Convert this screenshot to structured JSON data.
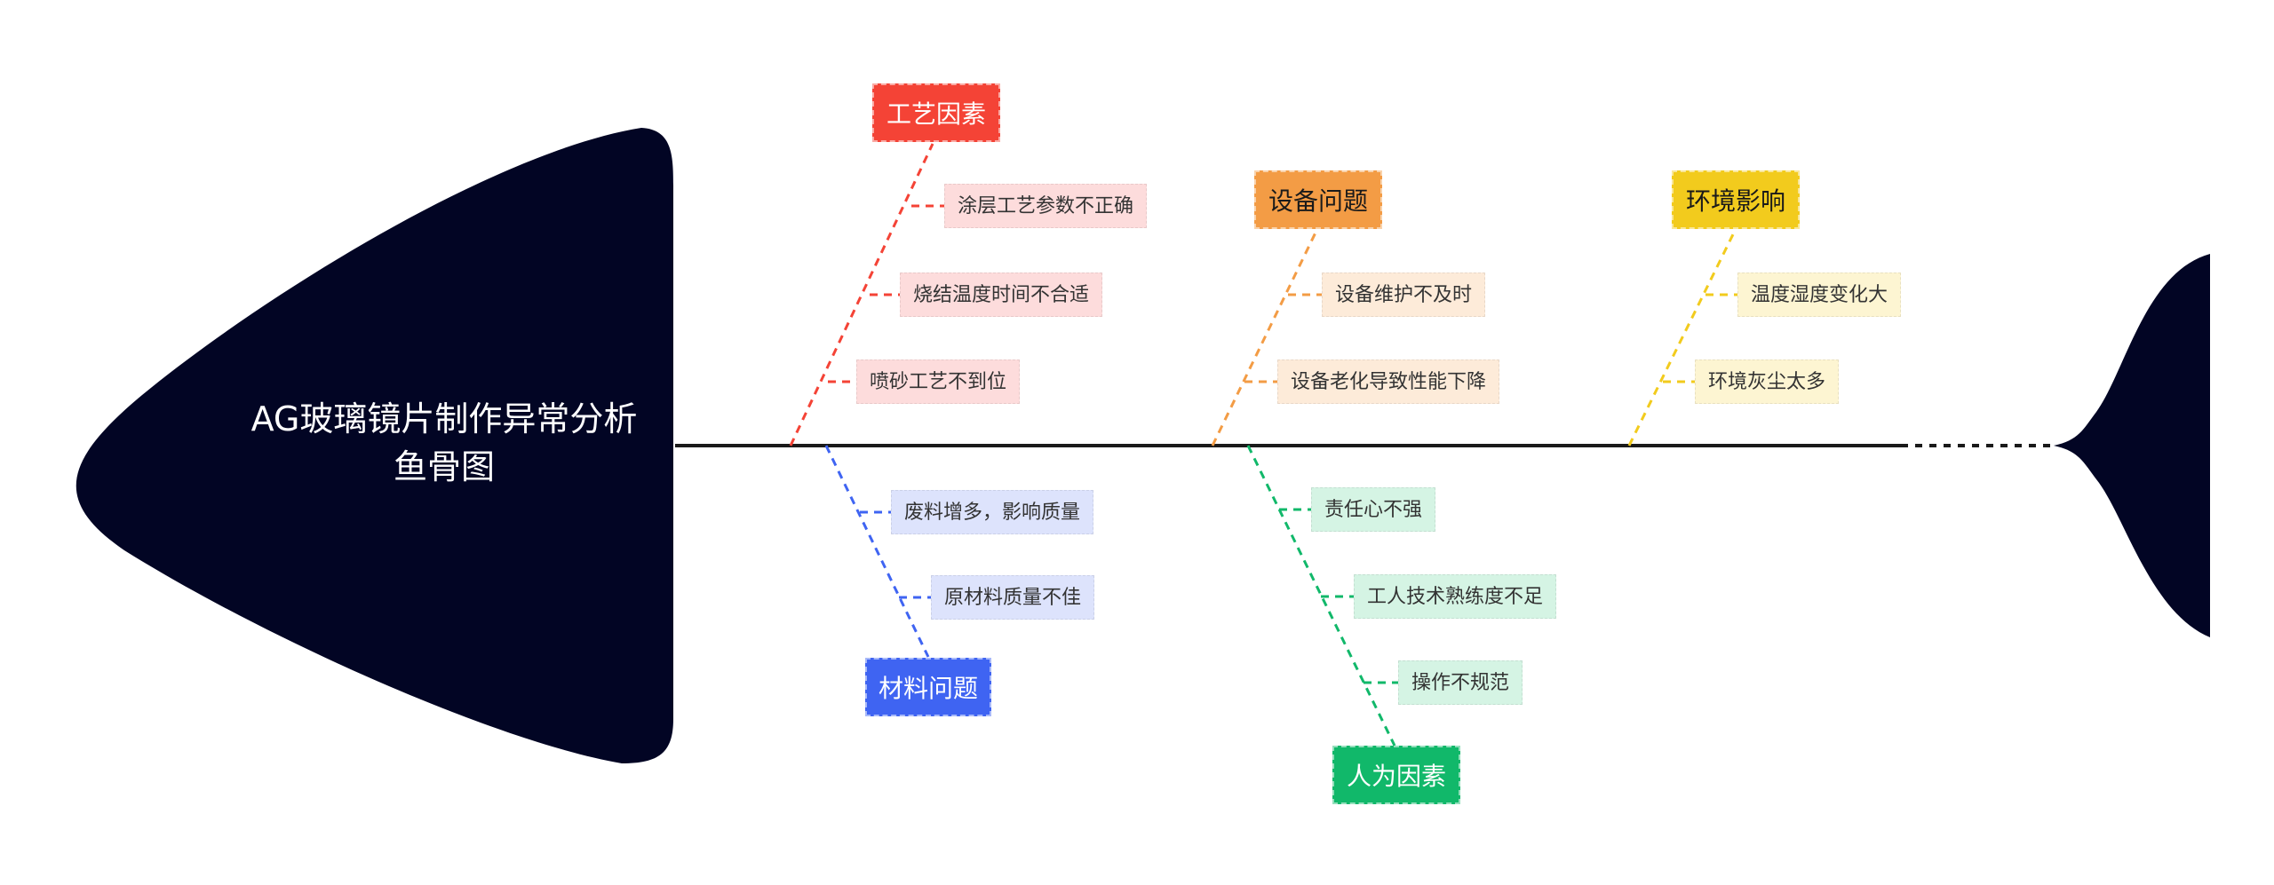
{
  "title": {
    "line1": "AG玻璃镜片制作异常分析",
    "line2": "鱼骨图"
  },
  "colors": {
    "fish": "#020524",
    "process": "#F44336",
    "material": "#3F64F2",
    "equipment": "#F39C45",
    "people": "#11B86A",
    "environment": "#F2CB1D"
  },
  "categories": {
    "process": {
      "label": "工艺因素",
      "items": [
        "涂层工艺参数不正确",
        "烧结温度时间不合适",
        "喷砂工艺不到位"
      ]
    },
    "material": {
      "label": "材料问题",
      "items": [
        "废料增多，影响质量",
        "原材料质量不佳"
      ]
    },
    "equipment": {
      "label": "设备问题",
      "items": [
        "设备维护不及时",
        "设备老化导致性能下降"
      ]
    },
    "people": {
      "label": "人为因素",
      "items": [
        "责任心不强",
        "工人技术熟练度不足",
        "操作不规范"
      ]
    },
    "environment": {
      "label": "环境影响",
      "items": [
        "温度湿度变化大",
        "环境灰尘太多"
      ]
    }
  }
}
